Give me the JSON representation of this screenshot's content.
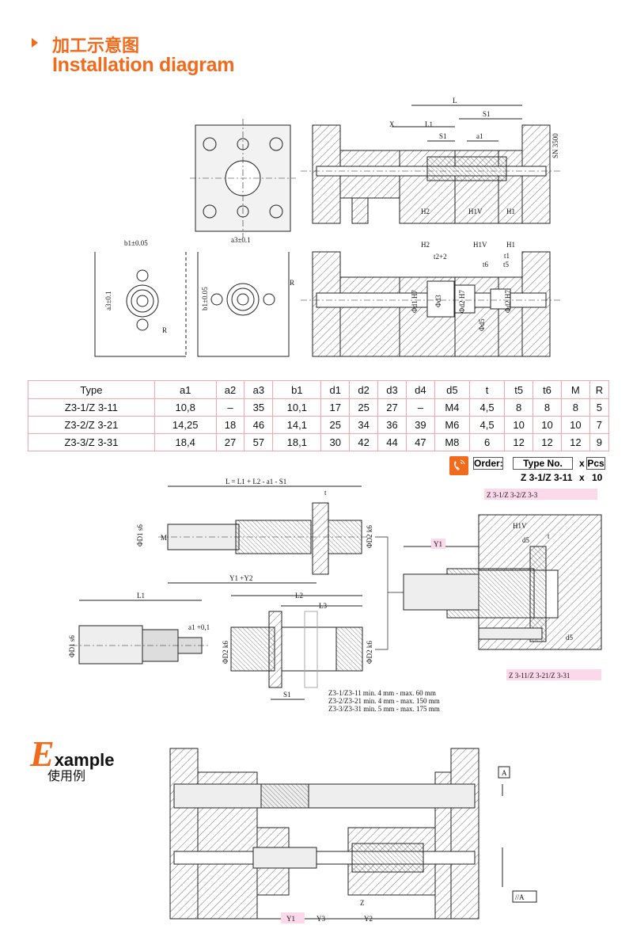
{
  "header": {
    "title_cn": "加工示意图",
    "title_en": "Installation diagram"
  },
  "top_section": {
    "L": "L",
    "S1": "S1",
    "X": "X",
    "L1": "L1",
    "S1b": "S1",
    "a1": "a1",
    "H2": "H2",
    "H1V": "H1V",
    "H1": "H1",
    "SN": "SN 3500"
  },
  "top_plate": {
    "b1": "b1±0.05",
    "a3": "a3±0.1"
  },
  "details": {
    "b1": "b1±0.05",
    "a3": "a3±0.1",
    "a3b": "a3±0.1",
    "b1b": "b1±0.05",
    "R1": "R",
    "R2": "R"
  },
  "second_section": {
    "H2": "H2",
    "H1V": "H1V",
    "H1": "H1",
    "t2": "t2+2",
    "t1": "t1",
    "t6": "t6",
    "t5": "t5",
    "d1": "Φd1 H7",
    "d3": "Φd3",
    "d2": "Φd2 H7",
    "d5": "Φd5",
    "d2b": "Φd2 H7"
  },
  "table": {
    "headers": [
      "Type",
      "a1",
      "a2",
      "a3",
      "b1",
      "d1",
      "d2",
      "d3",
      "d4",
      "d5",
      "t",
      "t5",
      "t6",
      "M",
      "R"
    ],
    "rows": [
      [
        "Z3-1/Z 3-11",
        "10,8",
        "–",
        "35",
        "10,1",
        "17",
        "25",
        "27",
        "–",
        "M4",
        "4,5",
        "8",
        "8",
        "8",
        "5"
      ],
      [
        "Z3-2/Z 3-21",
        "14,25",
        "18",
        "46",
        "14,1",
        "25",
        "34",
        "36",
        "39",
        "M6",
        "4,5",
        "10",
        "10",
        "10",
        "7"
      ],
      [
        "Z3-3/Z 3-31",
        "18,4",
        "27",
        "57",
        "18,1",
        "30",
        "42",
        "44",
        "47",
        "M8",
        "6",
        "12",
        "12",
        "12",
        "9"
      ]
    ],
    "border_color": "#f2a8ae"
  },
  "order": {
    "icon": "phone-icon",
    "label": "Order:",
    "type_no": "Type No.",
    "x": "x",
    "pcs": "Pcs",
    "example_type": "Z 3-1/Z 3-11",
    "example_x": "x",
    "example_qty": "10"
  },
  "assembly": {
    "formula": "L = L1 + L2 - a1 - S1",
    "t": "t",
    "D1": "ΦD1 s6",
    "M": "M",
    "D2": "ΦD2 k6",
    "Y": "Y1 +Y2"
  },
  "part_a": {
    "L1": "L1",
    "a1": "a1 +0,1",
    "D1": "ΦD1 s6"
  },
  "part_b": {
    "L2": "L2",
    "L3": "L3",
    "D2a": "ΦD2 k6",
    "D2b": "ΦD2 k6",
    "S1": "S1",
    "notes": [
      "Z3-1/Z3-11 min. 4 mm - max. 60 mm",
      "Z3-2/Z3-21 min. 4 mm - max. 150 mm",
      "Z3-3/Z3-31 min. 5 mm - max. 175 mm"
    ]
  },
  "right_detail": {
    "tag_top": "Z 3-1/Z 3-2/Z 3-3",
    "H1V": "H1V",
    "d5": "d5",
    "t": "t",
    "Y1": "Y1",
    "d5b": "d5",
    "tag_bottom": "Z 3-11/Z 3-21/Z 3-31"
  },
  "example": {
    "E": "E",
    "rest": "xample",
    "cn": "使用例",
    "A": "A",
    "parallel": "//A",
    "Y1": "Y1",
    "Y3": "Y3",
    "Z": "Z",
    "Y2": "Y2"
  },
  "colors": {
    "accent": "#f26a1b",
    "tag_bg": "#fbd9ea"
  }
}
